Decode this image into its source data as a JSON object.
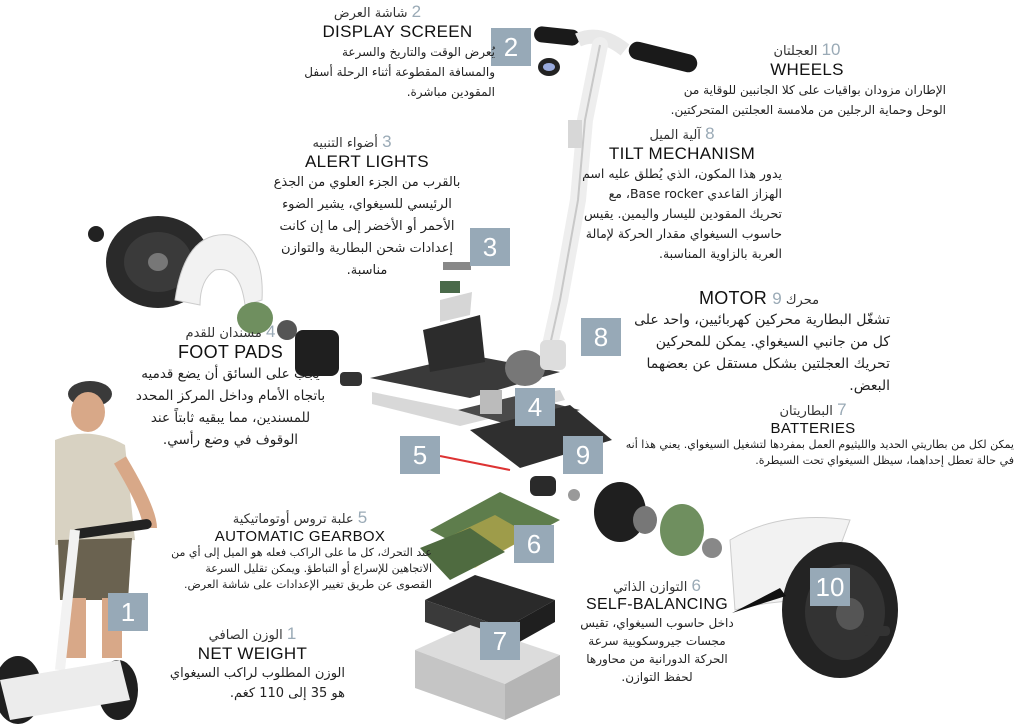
{
  "sections": [
    {
      "id": "display",
      "badge": "2",
      "ar_title": "شاشة العرض",
      "num": "2",
      "en_title": "DISPLAY SCREEN",
      "body": "يُعرض الوقت والتاريخ والسرعة والمسافة المقطوعة أثناء الرحلة أسفل المقودين مباشرة."
    },
    {
      "id": "alert",
      "badge": "3",
      "ar_title": "أضواء التنبيه",
      "num": "3",
      "en_title": "ALERT LIGHTS",
      "body": "بالقرب من الجزء العلوي من الجذع الرئيسي للسيغواي، يشير الضوء الأحمر أو الأخضر إلى ما إن كانت إعدادات شحن البطارية والتوازن مناسبة."
    },
    {
      "id": "footpads",
      "badge": "4",
      "ar_title": "مسندان للقدم",
      "num": "4",
      "en_title": "FOOT PADS",
      "body": "يجب على السائق أن يضع قدميه باتجاه الأمام وداخل المركز المحدد للمسندين، مما يبقيه ثابتاً عند الوقوف في وضع رأسي."
    },
    {
      "id": "gearbox",
      "badge": "5",
      "ar_title": "علبة تروس أوتوماتيكية",
      "num": "5",
      "en_title": "AUTOMATIC GEARBOX",
      "body": "عند التحرك، كل ما على الراكب فعله هو الميل إلى أي من الاتجاهين للإسراع أو التباطؤ. ويمكن تقليل السرعة القصوى عن طريق تغيير الإعدادات على شاشة العرض."
    },
    {
      "id": "weight",
      "badge": "1",
      "ar_title": "الوزن الصافي",
      "num": "1",
      "en_title": "NET WEIGHT",
      "body": "الوزن المطلوب لراكب السيغواي هو 35 إلى 110 كغم."
    },
    {
      "id": "wheels",
      "badge": "10",
      "ar_title": "العجلتان",
      "num": "10",
      "en_title": "WHEELS",
      "body": "الإطاران مزودان بواقيات على كلا الجانبين للوقاية من الوحل وحماية الرجلين من ملامسة العجلتين المتحركتين."
    },
    {
      "id": "tilt",
      "badge": "8",
      "ar_title": "آلية الميل",
      "num": "8",
      "en_title": "TILT MECHANISM",
      "body": "يدور هذا المكون، الذي يُطلق عليه اسم الهزاز القاعدي Base rocker، مع تحريك المقودين لليسار واليمين. يقيس حاسوب السيغواي مقدار الحركة لإمالة العربة بالزاوية المناسبة."
    },
    {
      "id": "motor",
      "badge": "9",
      "ar_title": "محرك",
      "num": "9",
      "en_title": "MOTOR",
      "body": "تشغّل البطارية محركين كهربائيين، واحد على كل من جانبي السيغواي. يمكن للمحركين تحريك العجلتين بشكل مستقل عن بعضهما البعض."
    },
    {
      "id": "batteries",
      "badge": "7",
      "ar_title": "البطاريتان",
      "num": "7",
      "en_title": "BATTERIES",
      "body": "يمكن لكل من بطاريتي الحديد والليثيوم العمل بمفردها لتشغيل السيغواي. يعني هذا أنه في حالة تعطل إحداهما، سيظل السيغواي تحت السيطرة."
    },
    {
      "id": "balance",
      "badge": "6",
      "ar_title": "التوازن الذاتي",
      "num": "6",
      "en_title": "SELF-BALANCING",
      "body": "داخل حاسوب السيغواي، تقيس مجسات جيروسكوبية سرعة الحركة الدورانية من محاورها لحفظ التوازن."
    }
  ]
}
